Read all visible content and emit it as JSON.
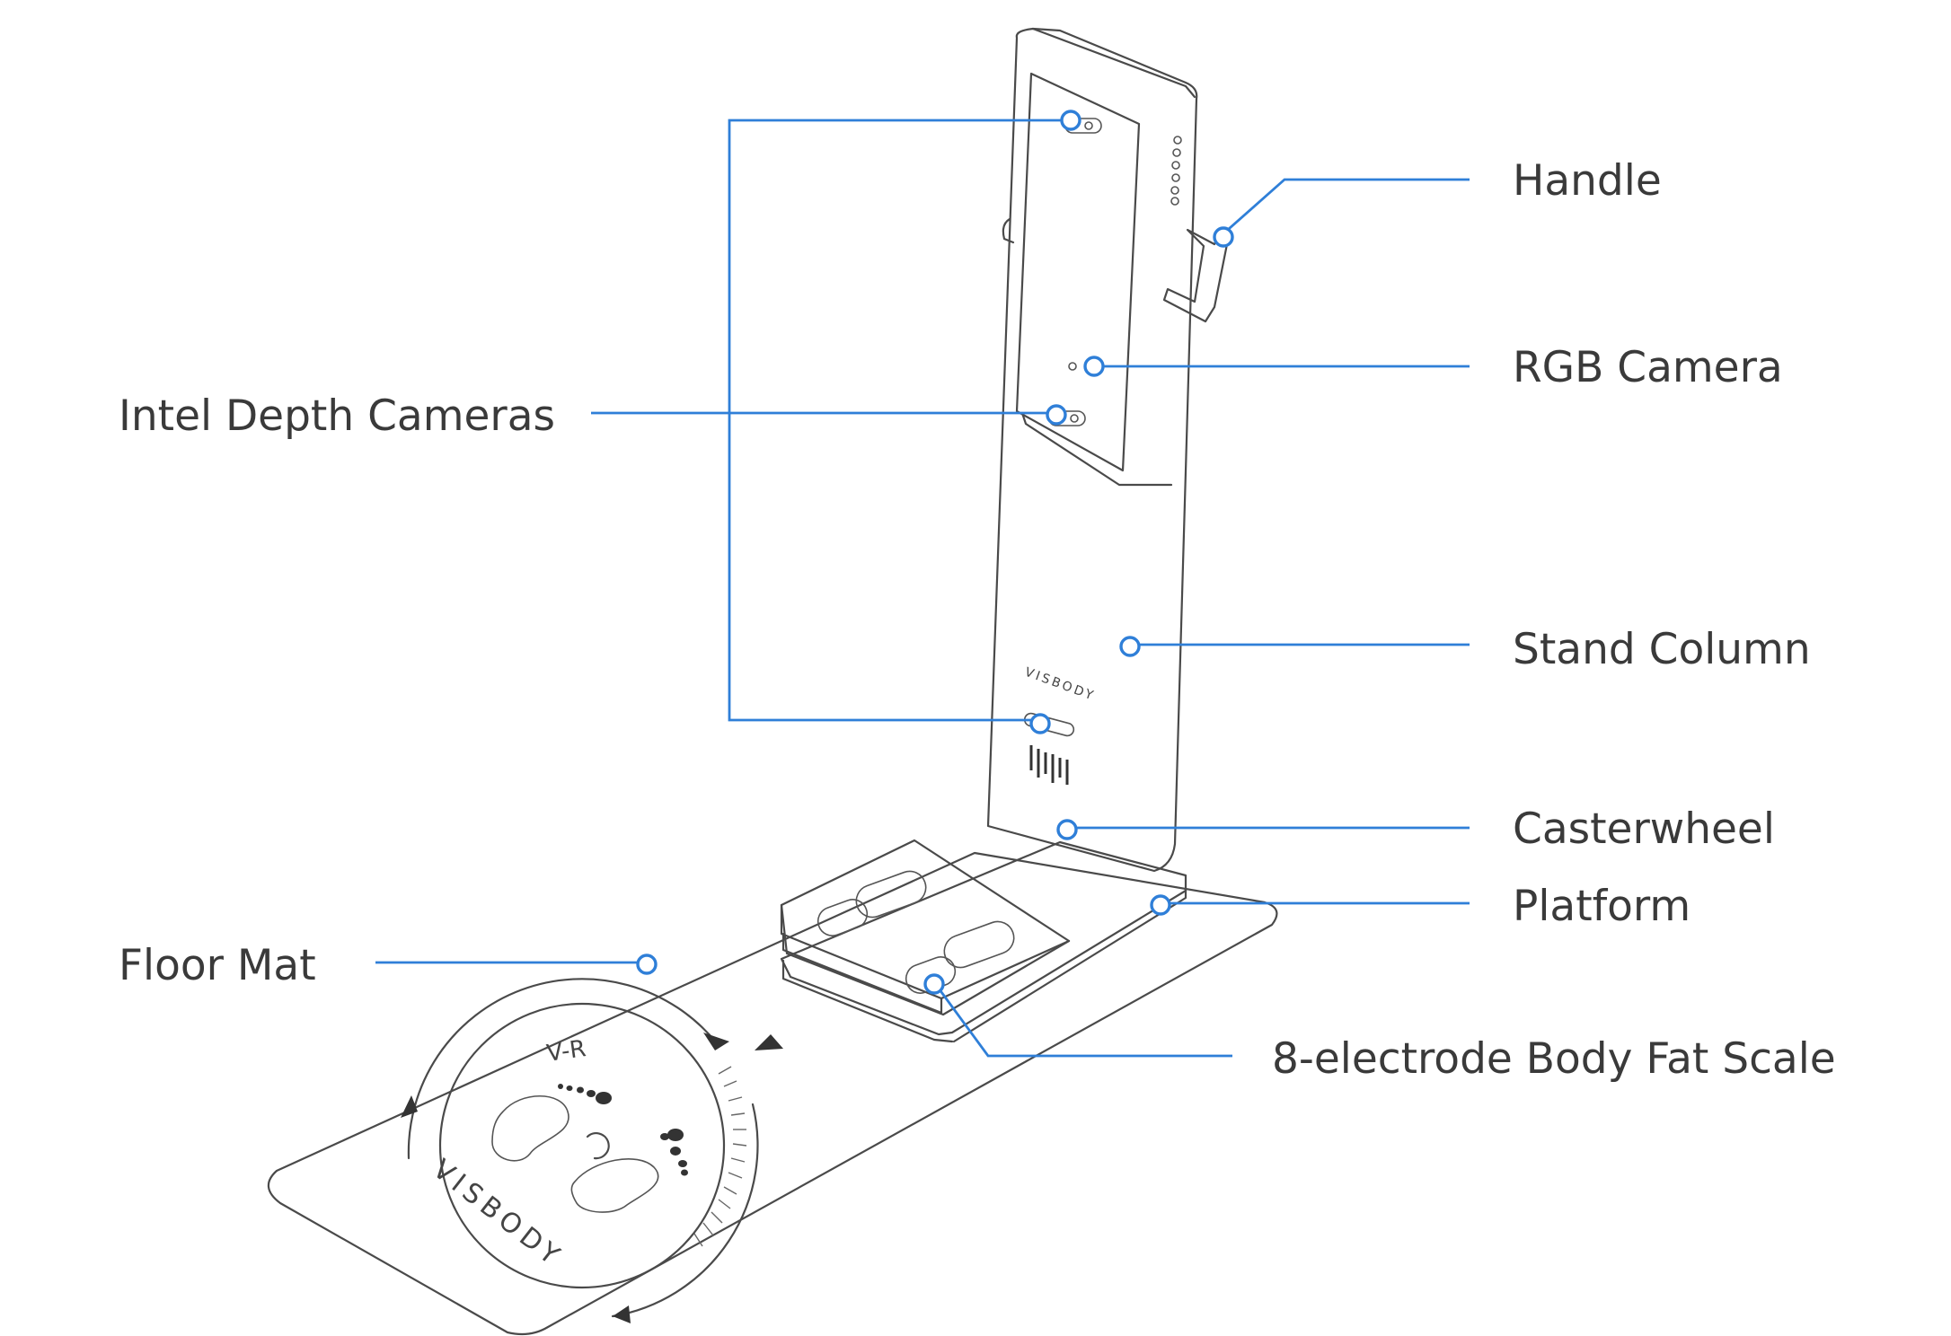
{
  "device": {
    "brand_column": "VISBODY",
    "brand_mat": "VISBODY",
    "mat_mark": "V-R"
  },
  "labels": {
    "handle": "Handle",
    "rgb_camera": "RGB Camera",
    "intel_depth_cameras": "Intel Depth Cameras",
    "stand_column": "Stand Column",
    "casterwheel": "Casterwheel",
    "platform": "Platform",
    "floor_mat": "Floor Mat",
    "body_fat_scale": "8-electrode Body Fat Scale"
  },
  "colors": {
    "leader": "#2f7fd8",
    "outline": "#4a4a4a",
    "text": "#3a3a3a"
  }
}
